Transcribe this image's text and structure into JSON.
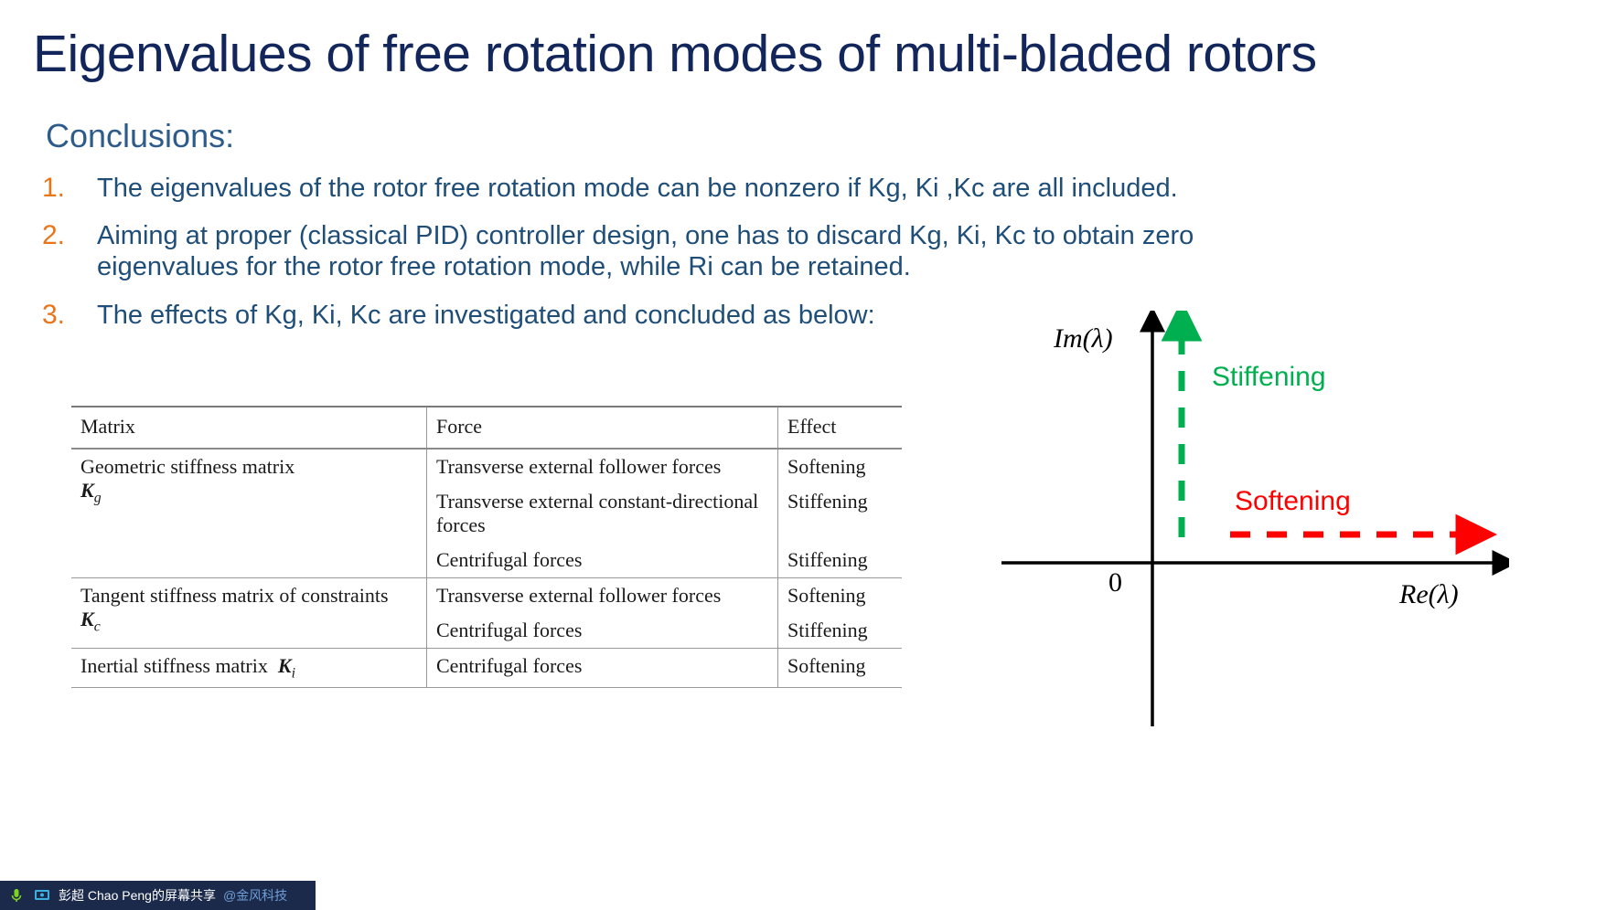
{
  "slide": {
    "title": "Eigenvalues of free rotation modes of multi-bladed rotors",
    "conclusions_heading": "Conclusions:",
    "title_color": "#12265C",
    "body_color": "#1F4E79",
    "number_color": "#E8751A"
  },
  "conclusions": [
    {
      "number": "1.",
      "text": "The eigenvalues of the rotor free rotation mode can be nonzero if Kg, Ki ,Kc are all included."
    },
    {
      "number": "2.",
      "text": "Aiming at proper (classical PID) controller design, one has to discard Kg, Ki, Kc to obtain zero eigenvalues for the rotor free rotation mode, while Ri can be retained."
    },
    {
      "number": "3.",
      "text": "The effects of Kg, Ki, Kc are investigated and concluded as below:"
    }
  ],
  "table": {
    "headers": [
      "Matrix",
      "Force",
      "Effect"
    ],
    "rows": [
      {
        "matrix_name": "Geometric stiffness matrix",
        "matrix_symbol": "K",
        "matrix_subscript": "g",
        "entries": [
          {
            "force": "Transverse external follower forces",
            "effect": "Softening"
          },
          {
            "force": "Transverse external constant-directional forces",
            "effect": "Stiffening"
          },
          {
            "force": "Centrifugal forces",
            "effect": "Stiffening"
          }
        ]
      },
      {
        "matrix_name": "Tangent stiffness matrix of constraints",
        "matrix_symbol": "K",
        "matrix_subscript": "c",
        "entries": [
          {
            "force": "Transverse external follower forces",
            "effect": "Softening"
          },
          {
            "force": "Centrifugal forces",
            "effect": "Stiffening"
          }
        ]
      },
      {
        "matrix_name": "Inertial stiffness matrix",
        "matrix_symbol": "K",
        "matrix_subscript": "i",
        "entries": [
          {
            "force": "Centrifugal forces",
            "effect": "Softening"
          }
        ]
      }
    ]
  },
  "diagram": {
    "imaginary_axis_label": "Im(λ)",
    "real_axis_label": "Re(λ)",
    "origin_label": "0",
    "stiffening_label": "Stiffening",
    "softening_label": "Softening",
    "stiffening_color": "#00B050",
    "softening_color": "#FF0000",
    "axis_color": "#000000"
  },
  "share_bar": {
    "text": "彭超 Chao Peng的屏幕共享",
    "company": "@金风科技",
    "background": "#1B2A4A"
  }
}
